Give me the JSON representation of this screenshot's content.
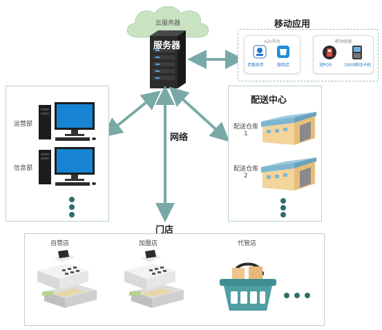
{
  "cloud": {
    "label": "云服务器"
  },
  "server": {
    "label": "服务器"
  },
  "mobile": {
    "title": "移动应用",
    "group1_label": "o2o中台",
    "group2_label": "移动收银",
    "apps": [
      {
        "label": "老板助手",
        "icon": "boss-assistant-icon"
      },
      {
        "label": "微商店",
        "icon": "wechat-store-icon"
      },
      {
        "label": "润POS",
        "icon": "pos-app-icon"
      },
      {
        "label": "1900移动卡机",
        "icon": "mobile-card-machine-icon"
      }
    ]
  },
  "hq": {
    "title": "总部",
    "items": [
      {
        "label": "运营部"
      },
      {
        "label": "信息部"
      }
    ]
  },
  "network": {
    "label": "网络"
  },
  "dc": {
    "title": "配送中心",
    "items": [
      {
        "label_line1": "配送仓库",
        "label_line2": "1"
      },
      {
        "label_line1": "配送仓库",
        "label_line2": "2"
      }
    ]
  },
  "stores": {
    "title": "门店",
    "items": [
      {
        "label": "自营店"
      },
      {
        "label": "加盟店"
      },
      {
        "label": "代管店"
      }
    ]
  },
  "colors": {
    "arrow": "#79a9a6",
    "server": "#2b2b2b",
    "cloud": "#c9e3c2",
    "warehouse_roof": "#7fb6cf",
    "warehouse_wall": "#f3d49a",
    "basket": "#4f9ea3",
    "box_border": "#b9d1cc"
  }
}
